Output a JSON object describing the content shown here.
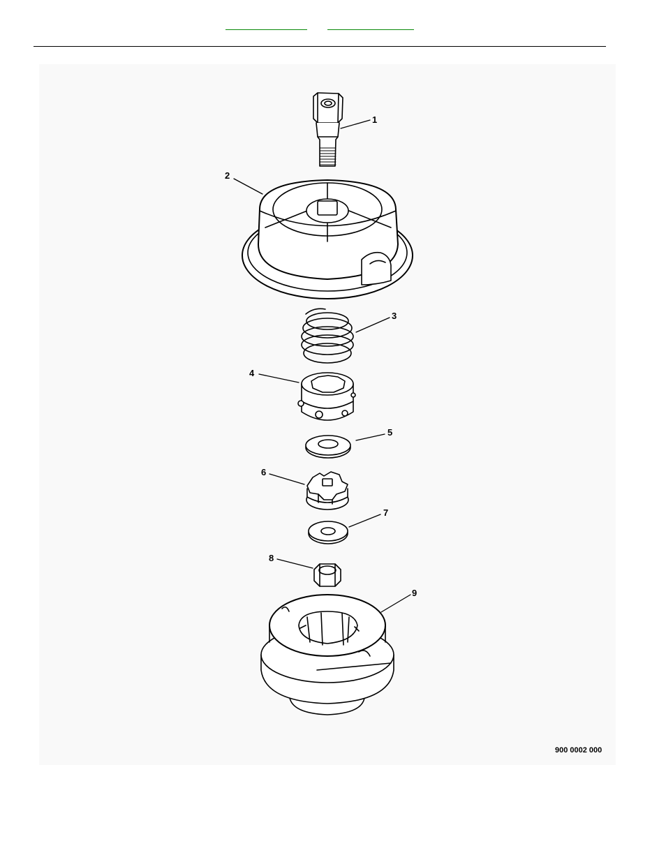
{
  "header": {
    "links": [
      {
        "label": ""
      },
      {
        "label": ""
      }
    ]
  },
  "diagram": {
    "callouts": [
      "1",
      "2",
      "3",
      "4",
      "5",
      "6",
      "7",
      "8",
      "9"
    ],
    "figure_code": "900 0002 000"
  },
  "colors": {
    "link_underline": "#0a8a0a",
    "line": "#000000",
    "figure_background": "#f9f9f9"
  }
}
